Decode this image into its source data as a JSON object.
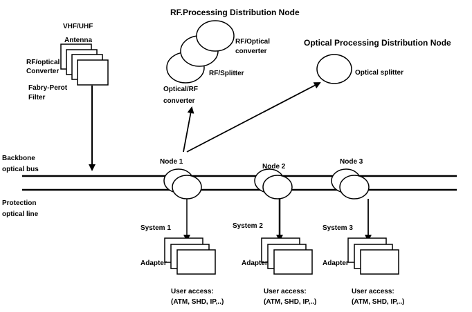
{
  "titles": {
    "rf_node": "RF.Processing Distribution Node",
    "optical_node": "Optical Processing Distribution Node"
  },
  "antenna": {
    "line1": "VHF/UHF",
    "line2": "Antenna",
    "rf_optical_line1": "RF/optical",
    "rf_optical_line2": "Converter",
    "filter_line1": "Fabry-Perot",
    "filter_line2": "Filter"
  },
  "rf_node": {
    "rf_optical_line1": "RF/Optical",
    "rf_optical_line2": "converter",
    "splitter": "RF/Splitter",
    "optical_rf_line1": "Optical/RF",
    "optical_rf_line2": "converter"
  },
  "optical_node": {
    "splitter": "Optical splitter"
  },
  "bus": {
    "backbone_line1": "Backbone",
    "backbone_line2": "optical bus",
    "protection_line1": "Protection",
    "protection_line2": "optical line"
  },
  "nodes": [
    {
      "label": "Node 1",
      "system": "System 1",
      "adapter": "Adapter",
      "access1": "User access:",
      "access2": "(ATM, SHD, IP,..)"
    },
    {
      "label": "Node 2",
      "system": "System 2",
      "adapter": "Adapter",
      "access1": "User access:",
      "access2": "(ATM, SHD, IP,..)"
    },
    {
      "label": "Node 3",
      "system": "System 3",
      "adapter": "Adapter",
      "access1": "User access:",
      "access2": "(ATM, SHD, IP,..)"
    }
  ]
}
